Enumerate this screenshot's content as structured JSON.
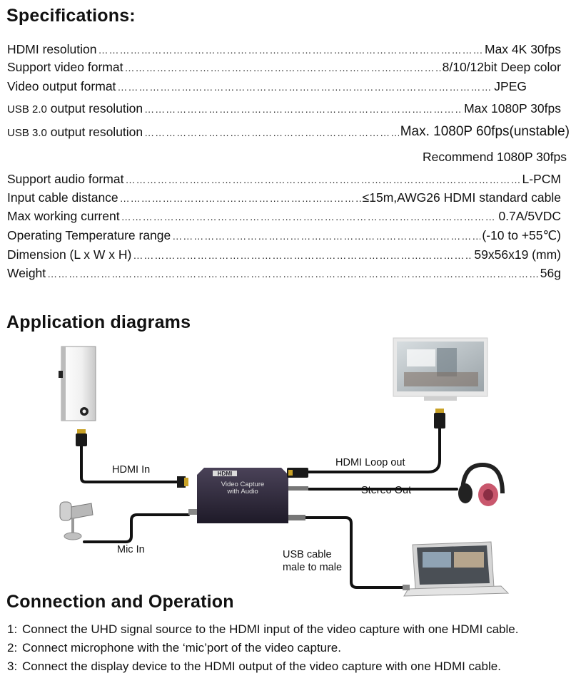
{
  "specifications": {
    "title": "Specifications:",
    "rows": [
      {
        "label": "HDMI resolution",
        "value": "Max 4K 30fps"
      },
      {
        "label": "Support video format",
        "value": "8/10/12bit Deep color"
      },
      {
        "label": "Video output format",
        "value": "JPEG"
      },
      {
        "label_prefix": "USB 2.0",
        "label": "output resolution",
        "value": "Max 1080P 30fps"
      },
      {
        "label_prefix": "USB 3.0",
        "label": "output resolution",
        "value": "Max. 1080P 60fps(unstable)"
      },
      {
        "label": "",
        "value": "Recommend 1080P 30fps"
      },
      {
        "label": "Support audio format",
        "value": "L-PCM"
      },
      {
        "label": "Input cable distance",
        "value": "≤15m,AWG26 HDMI standard cable"
      },
      {
        "label": "Max working current",
        "value": "0.7A/5VDC"
      },
      {
        "label": "Operating Temperature range",
        "value": "(-10 to +55℃)"
      },
      {
        "label": "Dimension (L x W x H)",
        "value": "59x56x19 (mm)"
      },
      {
        "label": "Weight",
        "value": "56g"
      }
    ]
  },
  "application": {
    "title": "Application diagrams",
    "device_brand": "HDMI",
    "device_text_line1": "Video  Capture",
    "device_text_line2": "with Audio",
    "labels": {
      "hdmi_in": "HDMI In",
      "hdmi_loop_out": "HDMI Loop out",
      "stereo_out": "Stereo Out",
      "mic_in": "Mic In",
      "usb_cable_line1": "USB cable",
      "usb_cable_line2": "male to male"
    }
  },
  "connection": {
    "title": "Connection and Operation",
    "steps": [
      {
        "num": "1:",
        "text": "Connect the UHD signal source to the HDMI input of the video capture with one HDMI cable."
      },
      {
        "num": "2:",
        "text": "Connect microphone with the ‘mic’port of the video capture."
      },
      {
        "num": "3:",
        "text": "Connect the display device to the HDMI output of the video capture with one HDMI cable."
      }
    ]
  }
}
